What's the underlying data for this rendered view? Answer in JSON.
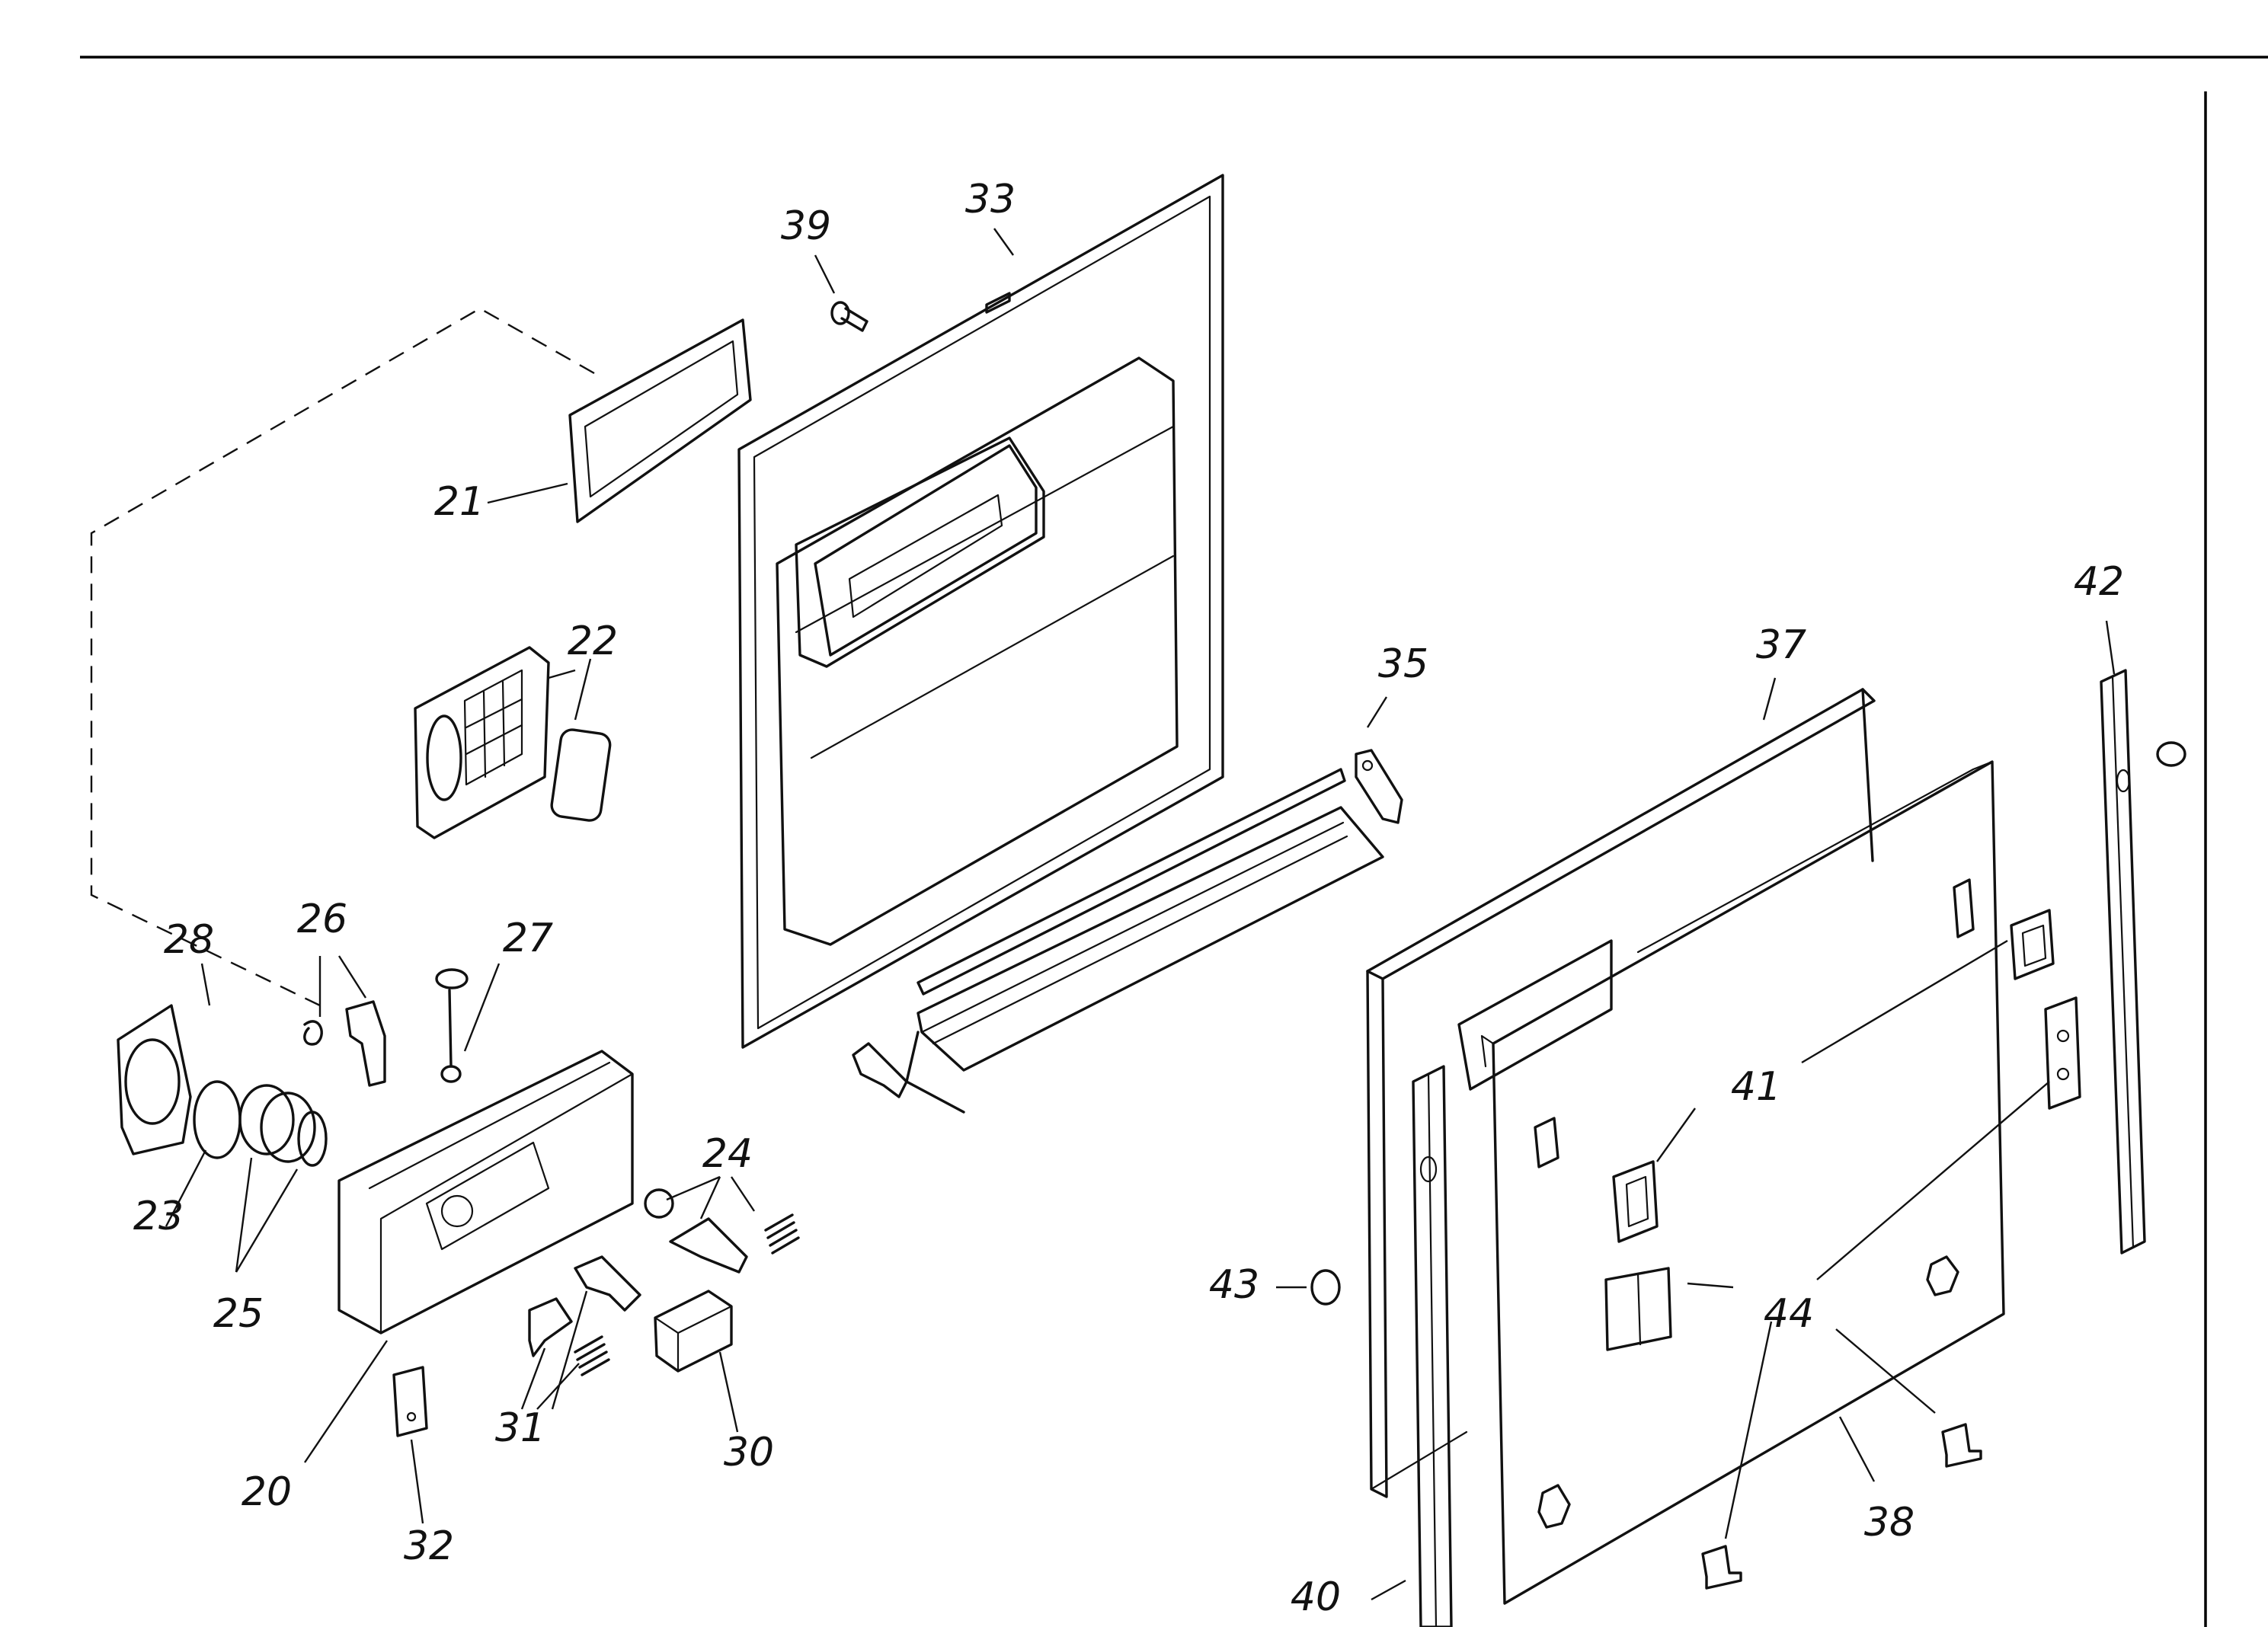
{
  "diagram": {
    "type": "exploded-parts-diagram",
    "part_numbers": [
      "20",
      "21",
      "22",
      "23",
      "24",
      "25",
      "26",
      "27",
      "28",
      "30",
      "31",
      "32",
      "33",
      "35",
      "37",
      "38",
      "39",
      "40",
      "41",
      "42",
      "43",
      "44"
    ]
  }
}
